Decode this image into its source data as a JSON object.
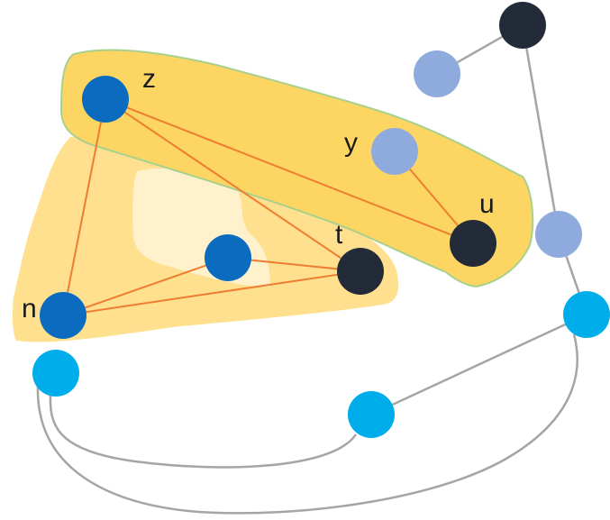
{
  "colors": {
    "dark": "#232a38",
    "blue": "#0b6cbf",
    "light_blue": "#8faadc",
    "cyan": "#00adeb",
    "orange_edge": "#ee7d31",
    "gray_edge": "#a5a5a5",
    "hyperedge_fill": "#fdd563",
    "hyperedge_stroke": "#a8d08d",
    "region_light": "#ffe08f",
    "region_pale": "#fff1cc"
  },
  "labels": {
    "z": "z",
    "y": "y",
    "u": "u",
    "t": "t",
    "n": "n"
  },
  "nodes": [
    {
      "id": "z",
      "color": "blue",
      "label": "z"
    },
    {
      "id": "n",
      "color": "blue",
      "label": "n"
    },
    {
      "id": "m",
      "color": "blue"
    },
    {
      "id": "t",
      "color": "dark",
      "label": "t"
    },
    {
      "id": "u",
      "color": "dark",
      "label": "u"
    },
    {
      "id": "y",
      "color": "light_blue",
      "label": "y"
    },
    {
      "id": "top_dark",
      "color": "dark"
    },
    {
      "id": "top_light",
      "color": "light_blue"
    },
    {
      "id": "right_light",
      "color": "light_blue"
    },
    {
      "id": "right_cyan",
      "color": "cyan"
    },
    {
      "id": "mid_cyan",
      "color": "cyan"
    },
    {
      "id": "left_cyan",
      "color": "cyan"
    }
  ],
  "edges": [
    {
      "from": "z",
      "to": "n",
      "color": "orange_edge"
    },
    {
      "from": "z",
      "to": "t",
      "color": "orange_edge"
    },
    {
      "from": "z",
      "to": "u",
      "color": "orange_edge"
    },
    {
      "from": "y",
      "to": "u",
      "color": "orange_edge"
    },
    {
      "from": "n",
      "to": "m",
      "color": "orange_edge"
    },
    {
      "from": "n",
      "to": "t",
      "color": "orange_edge"
    },
    {
      "from": "m",
      "to": "t",
      "color": "orange_edge"
    },
    {
      "from": "top_dark",
      "to": "top_light",
      "color": "gray_edge"
    },
    {
      "from": "top_dark",
      "to": "right_light",
      "color": "gray_edge"
    },
    {
      "from": "right_light",
      "to": "right_cyan",
      "color": "gray_edge"
    },
    {
      "from": "right_cyan",
      "to": "mid_cyan",
      "color": "gray_edge"
    },
    {
      "from": "mid_cyan",
      "to": "left_cyan",
      "color": "gray_edge"
    },
    {
      "from": "right_cyan",
      "to": "left_cyan",
      "color": "gray_edge"
    }
  ]
}
